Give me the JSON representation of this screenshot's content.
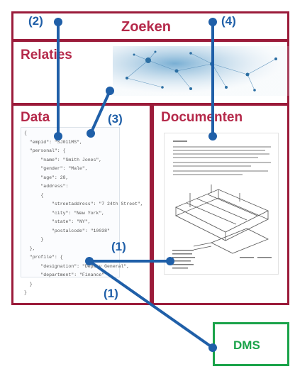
{
  "panels": {
    "zoeken": "Zoeken",
    "relaties": "Relaties",
    "data": "Data",
    "documenten": "Documenten"
  },
  "dms": {
    "label": "DMS"
  },
  "callouts": {
    "c2": "(2)",
    "c4": "(4)",
    "c3": "(3)",
    "c1_top": "(1)",
    "c1_bottom": "(1)"
  },
  "json_sample": [
    "{",
    "  \"empid\": \"SJ011MS\",",
    "  \"personal\": {",
    "      \"name\": \"Smith Jones\",",
    "      \"gender\": \"Male\",",
    "      \"age\": 28,",
    "      \"address\":",
    "      {",
    "          \"streetaddress\": \"7 24th Street\",",
    "          \"city\": \"New York\",",
    "          \"state\": \"NY\",",
    "          \"postalcode\": \"10038\"",
    "      }",
    "  },",
    "  \"profile\": {",
    "      \"designation\": \"Deputy General\",",
    "      \"department\": \"Finance\"",
    "  }",
    "}"
  ],
  "colors": {
    "panel_border": "#9b1b3a",
    "title": "#b5294a",
    "connector": "#1f5fa8",
    "dms": "#1aa34a"
  }
}
